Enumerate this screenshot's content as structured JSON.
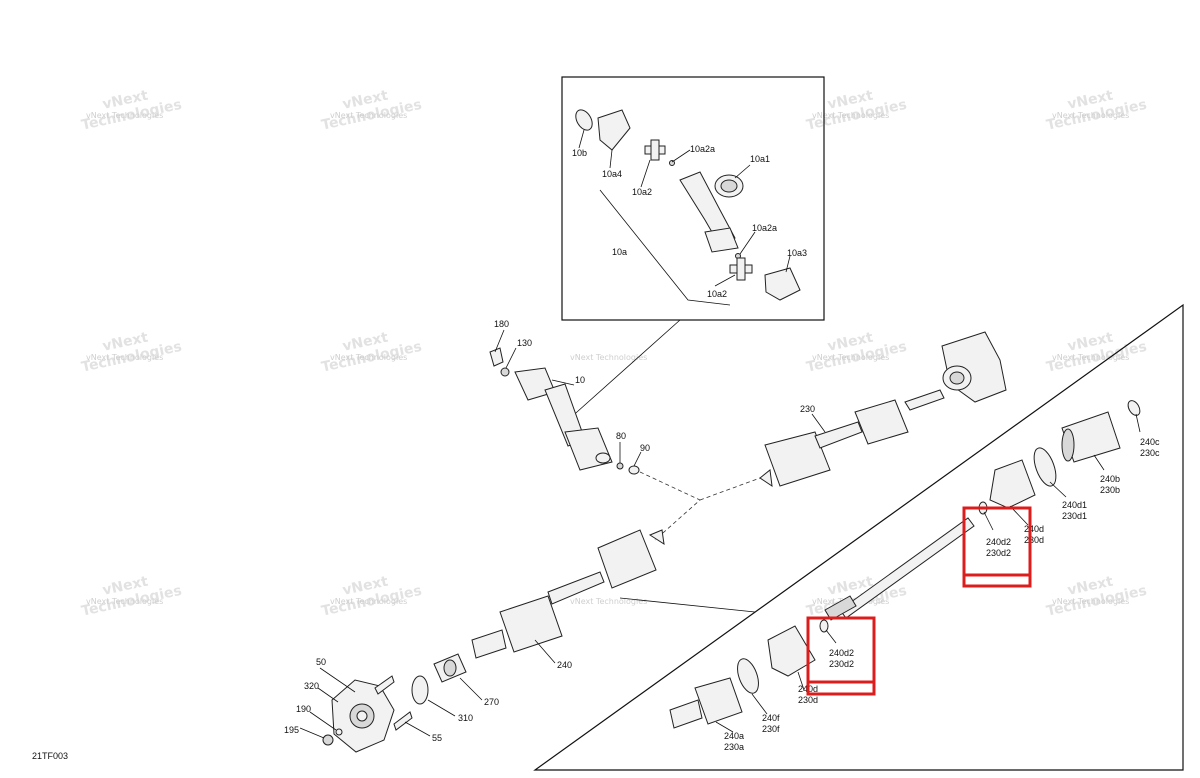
{
  "watermark": {
    "line1": "vNext",
    "line2": "Technologies",
    "small_text": "vNext Technologies"
  },
  "figure_code": "21TF003",
  "highlight_color": "#dd1c1c",
  "callouts": {
    "p10b": "10b",
    "p10a4": "10a4",
    "p10a2_top": "10a2",
    "p10a2a_top": "10a2a",
    "p10a1": "10a1",
    "p10a": "10a",
    "p10a2a_bot": "10a2a",
    "p10a3": "10a3",
    "p10a2_bot": "10a2",
    "p180": "180",
    "p130": "130",
    "p10": "10",
    "p80": "80",
    "p90": "90",
    "p230": "230",
    "p240": "240",
    "p50": "50",
    "p320": "320",
    "p190": "190",
    "p195": "195",
    "p55": "55",
    "p310": "310",
    "p270": "270",
    "p240c": "240c",
    "p230c": "230c",
    "p240b": "240b",
    "p230b": "230b",
    "p240d1": "240d1",
    "p230d1": "230d1",
    "p240d_up": "240d",
    "p230d_up": "230d",
    "p240d2_up": "240d2",
    "p230d2_up": "230d2",
    "p240d2_lo": "240d2",
    "p230d2_lo": "230d2",
    "p240d_lo": "240d",
    "p230d_lo": "230d",
    "p240f": "240f",
    "p230f": "230f",
    "p240a": "240a",
    "p230a": "230a"
  }
}
